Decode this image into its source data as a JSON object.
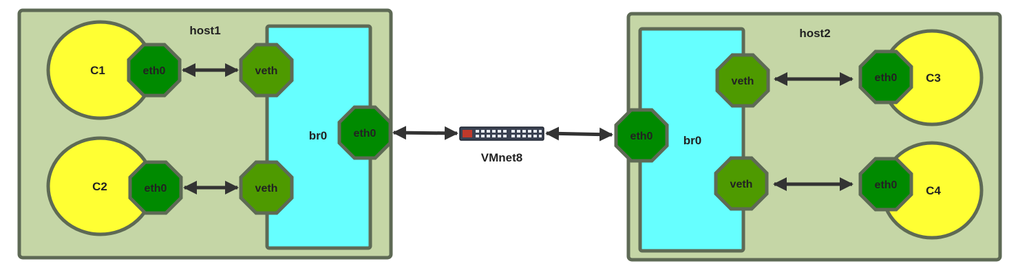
{
  "host1": {
    "label": "host1",
    "bridge_label": "br0",
    "bridge_eth_label": "eth0",
    "containers": [
      {
        "label": "C1",
        "eth_label": "eth0",
        "veth_label": "veth"
      },
      {
        "label": "C2",
        "eth_label": "eth0",
        "veth_label": "veth"
      }
    ]
  },
  "host2": {
    "label": "host2",
    "bridge_label": "br0",
    "bridge_eth_label": "eth0",
    "containers": [
      {
        "label": "C3",
        "eth_label": "eth0",
        "veth_label": "veth"
      },
      {
        "label": "C4",
        "eth_label": "eth0",
        "veth_label": "veth"
      }
    ]
  },
  "switch": {
    "label": "VMnet8",
    "icon": "network-switch-icon"
  },
  "colors": {
    "host_fill": "#c5d6a6",
    "bridge_fill": "#66ffff",
    "container_fill": "#ffff33",
    "eth_fill": "#008a00",
    "veth_fill": "#4e9a00",
    "border": "#5e6a55",
    "arrow": "#333333"
  }
}
